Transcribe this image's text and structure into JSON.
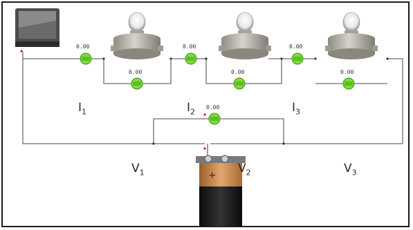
{
  "labels": {
    "i1": {
      "main": "I",
      "sub": "1"
    },
    "i2": {
      "main": "I",
      "sub": "2"
    },
    "i3": {
      "main": "I",
      "sub": "3"
    },
    "v1": {
      "main": "V",
      "sub": "1"
    },
    "v2": {
      "main": "V",
      "sub": "2"
    },
    "v3": {
      "main": "V",
      "sub": "3"
    }
  },
  "meters": {
    "ammeter_1": "0.00",
    "ammeter_2": "0.00",
    "ammeter_3": "0.00",
    "voltmeter_1": "0.00",
    "voltmeter_2": "0.00",
    "voltmeter_3": "0.00",
    "voltmeter_total": "0.00"
  },
  "colors": {
    "wire": "#6e6e6e",
    "meter_fill": "#7ddc3a",
    "bulb_base": "#b9b6ad",
    "battery_top": "#c98a4b",
    "battery_body": "#1c1c1c",
    "switch": "#555555"
  }
}
